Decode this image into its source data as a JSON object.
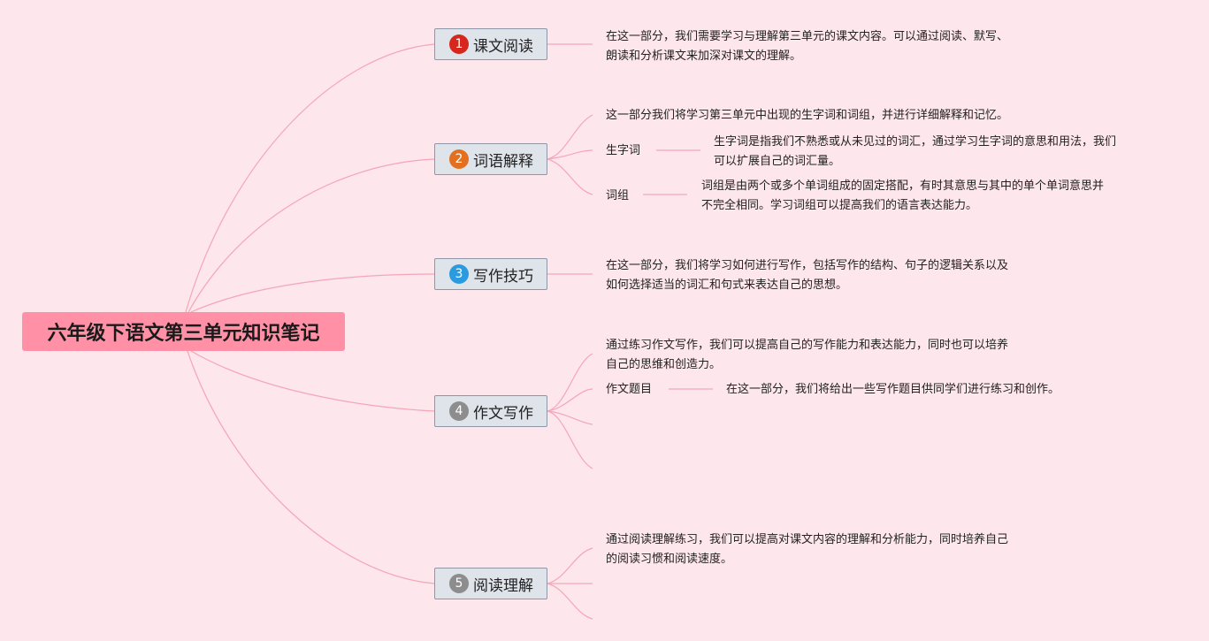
{
  "root": {
    "title": "六年级下语文第三单元知识笔记"
  },
  "topics": [
    {
      "num": "1",
      "label": "课文阅读",
      "desc": [
        "在这一部分，我们需要学习与理解第三单元的课文内容。可以通过阅读、默写、",
        "朗读和分析课文来加深对课文的理解。"
      ]
    },
    {
      "num": "2",
      "label": "词语解释",
      "desc": [
        "这一部分我们将学习第三单元中出现的生字词和词组，并进行详细解释和记忆。"
      ],
      "subs": [
        {
          "label": "生字词",
          "desc": [
            "生字词是指我们不熟悉或从未见过的词汇，通过学习生字词的意思和用法，我们",
            "可以扩展自己的词汇量。"
          ]
        },
        {
          "label": "词组",
          "desc": [
            "词组是由两个或多个单词组成的固定搭配，有时其意思与其中的单个单词意思并",
            "不完全相同。学习词组可以提高我们的语言表达能力。"
          ]
        }
      ]
    },
    {
      "num": "3",
      "label": "写作技巧",
      "desc": [
        "在这一部分，我们将学习如何进行写作，包括写作的结构、句子的逻辑关系以及",
        "如何选择适当的词汇和句式来表达自己的思想。"
      ]
    },
    {
      "num": "4",
      "label": "作文写作",
      "desc": [
        "通过练习作文写作，我们可以提高自己的写作能力和表达能力，同时也可以培养",
        "自己的思维和创造力。"
      ],
      "subs": [
        {
          "label": "作文题目",
          "desc": [
            "在这一部分，我们将给出一些写作题目供同学们进行练习和创作。"
          ]
        }
      ]
    },
    {
      "num": "5",
      "label": "阅读理解",
      "desc": [
        "通过阅读理解练习，我们可以提高对课文内容的理解和分析能力，同时培养自己",
        "的阅读习惯和阅读速度。"
      ]
    }
  ]
}
